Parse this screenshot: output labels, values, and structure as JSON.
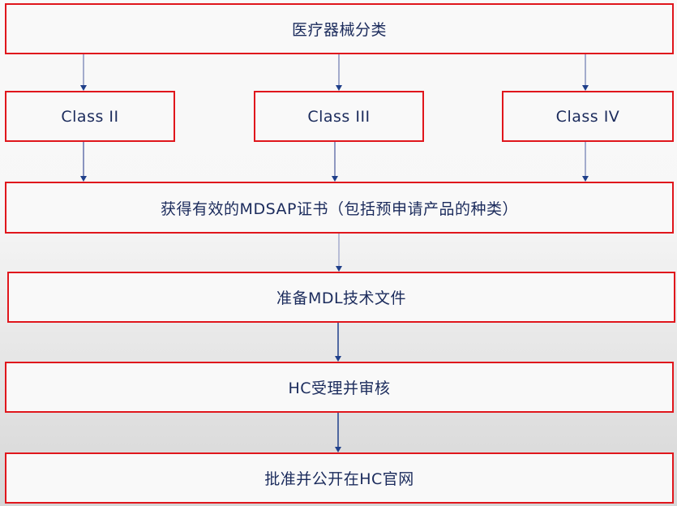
{
  "diagram": {
    "type": "flowchart",
    "nodes": {
      "root": "医疗器械分类",
      "class_ii": "Class II",
      "class_iii": "Class III",
      "class_iv": "Class IV",
      "mdsap": "获得有效的MDSAP证书（包括预申请产品的种类）",
      "mdl": "准备MDL技术文件",
      "hc_review": "HC受理并审核",
      "publish": "批准并公开在HC官网"
    },
    "edges": [
      [
        "root",
        "class_ii"
      ],
      [
        "root",
        "class_iii"
      ],
      [
        "root",
        "class_iv"
      ],
      [
        "class_ii",
        "mdsap"
      ],
      [
        "class_iii",
        "mdsap"
      ],
      [
        "class_iv",
        "mdsap"
      ],
      [
        "mdsap",
        "mdl"
      ],
      [
        "mdl",
        "hc_review"
      ],
      [
        "hc_review",
        "publish"
      ]
    ],
    "colors": {
      "box_border": "#e0161c",
      "text": "#1b2b5c",
      "arrow_head": "#1f3f8a",
      "arrow_line_light": "#a3abcc",
      "arrow_line_dark": "#1f3f8a"
    }
  }
}
